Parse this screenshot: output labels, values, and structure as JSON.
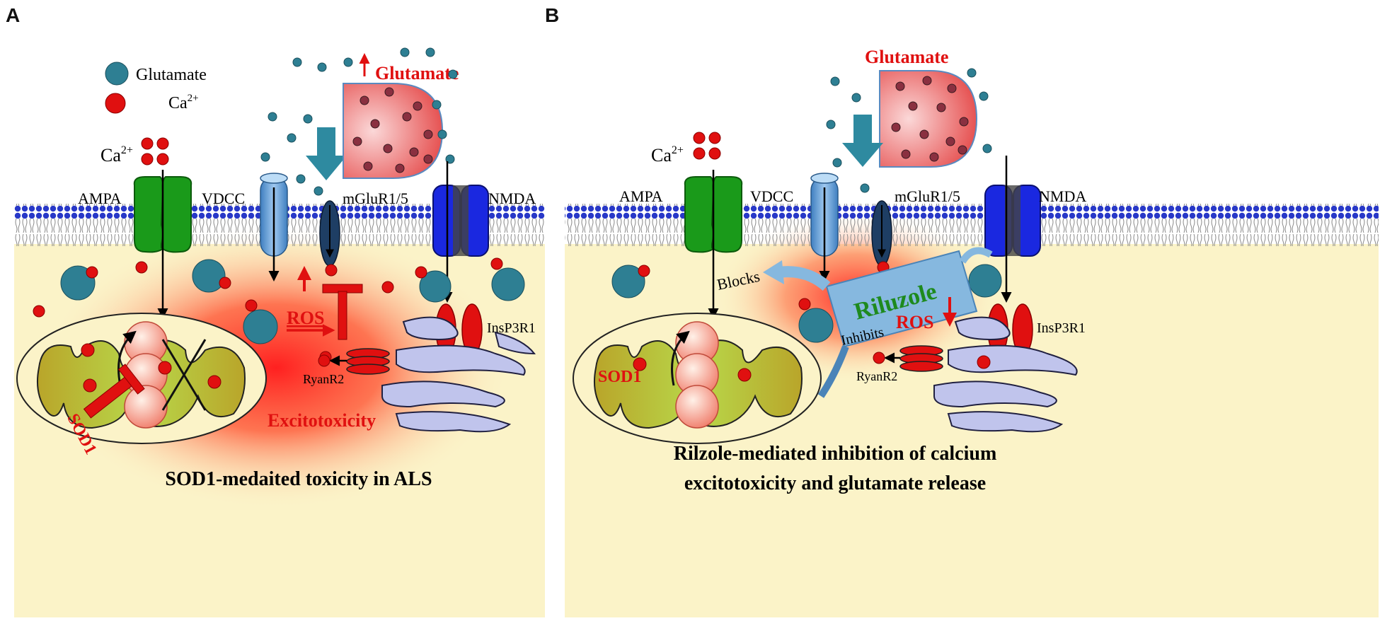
{
  "panel_a": {
    "letter": "A",
    "legend": {
      "glutamate": "Glutamate",
      "calcium_base": "Ca",
      "calcium_sup": "2+"
    },
    "labels": {
      "ca_base": "Ca",
      "ca_sup": "2+",
      "ampa": "AMPA",
      "vdcc": "VDCC",
      "mglur": "mGluR1/5",
      "nmda": "NMDA",
      "glutamate_up": "Glutamate",
      "ros": "ROS",
      "insp3r1": "InsP3R1",
      "ryanr2": "RyanR2",
      "sod1": "SOD1",
      "excitotoxicity": "Excitotoxicity"
    },
    "caption": "SOD1-medaited toxicity in ALS"
  },
  "panel_b": {
    "letter": "B",
    "labels": {
      "glutamate": "Glutamate",
      "ca_base": "Ca",
      "ca_sup": "2+",
      "ampa": "AMPA",
      "vdcc": "VDCC",
      "mglur": "mGluR1/5",
      "nmda": "NMDA",
      "riluzole": "Riluzole",
      "blocks": "Blocks",
      "inhibits": "Inhibits",
      "ros": "ROS",
      "insp3r1": "InsP3R1",
      "ryanr2": "RyanR2",
      "sod1": "SOD1"
    },
    "caption_line1": "Rilzole-mediated inhibition of calcium",
    "caption_line2": "excitotoxicity and glutamate release"
  },
  "colors": {
    "glutamate_dot": "#2e7f93",
    "calcium_dot": "#e01010",
    "label_red": "#e01010",
    "ampa": "#1a9a1a",
    "nmda": "#1a28e0",
    "vdcc": "#6aa6dc",
    "mglur": "#1e3e64",
    "membrane_head": "#2838c8",
    "cytoplasm": "#fbf3c8",
    "er": "#c0c4ec",
    "riluzole_box": "#86b8df",
    "riluzole_text": "#1e8a1e"
  }
}
